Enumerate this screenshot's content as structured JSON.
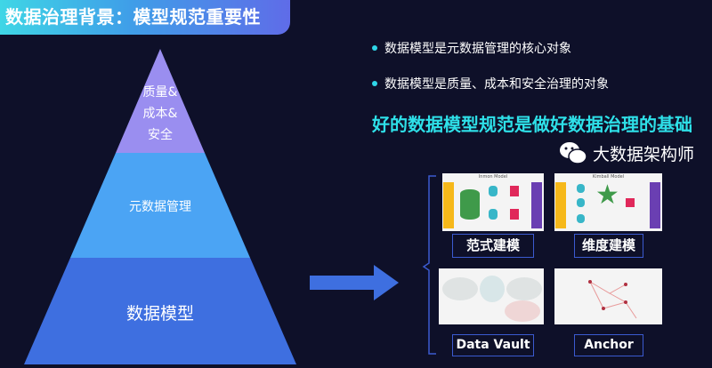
{
  "title": "数据治理背景：模型规范重要性",
  "pyramid": {
    "top": [
      "质量&",
      "成本&",
      "安全"
    ],
    "middle": "元数据管理",
    "bottom": "数据模型",
    "colors": {
      "top": "#9a8ef0",
      "middle": "#4ba4f4",
      "bottom": "#3e6fe0"
    }
  },
  "bullets": [
    "数据模型是元数据管理的核心对象",
    "数据模型是质量、成本和安全治理的对象"
  ],
  "heading": "好的数据模型规范是做好数据治理的基础",
  "models": [
    {
      "thumb_title": "Inmon Model",
      "label": "范式建模"
    },
    {
      "thumb_title": "Kimball Model",
      "label": "维度建模"
    },
    {
      "thumb_title": "",
      "label": "Data Vault"
    },
    {
      "thumb_title": "",
      "label": "Anchor"
    }
  ],
  "watermark": "大数据架构师"
}
